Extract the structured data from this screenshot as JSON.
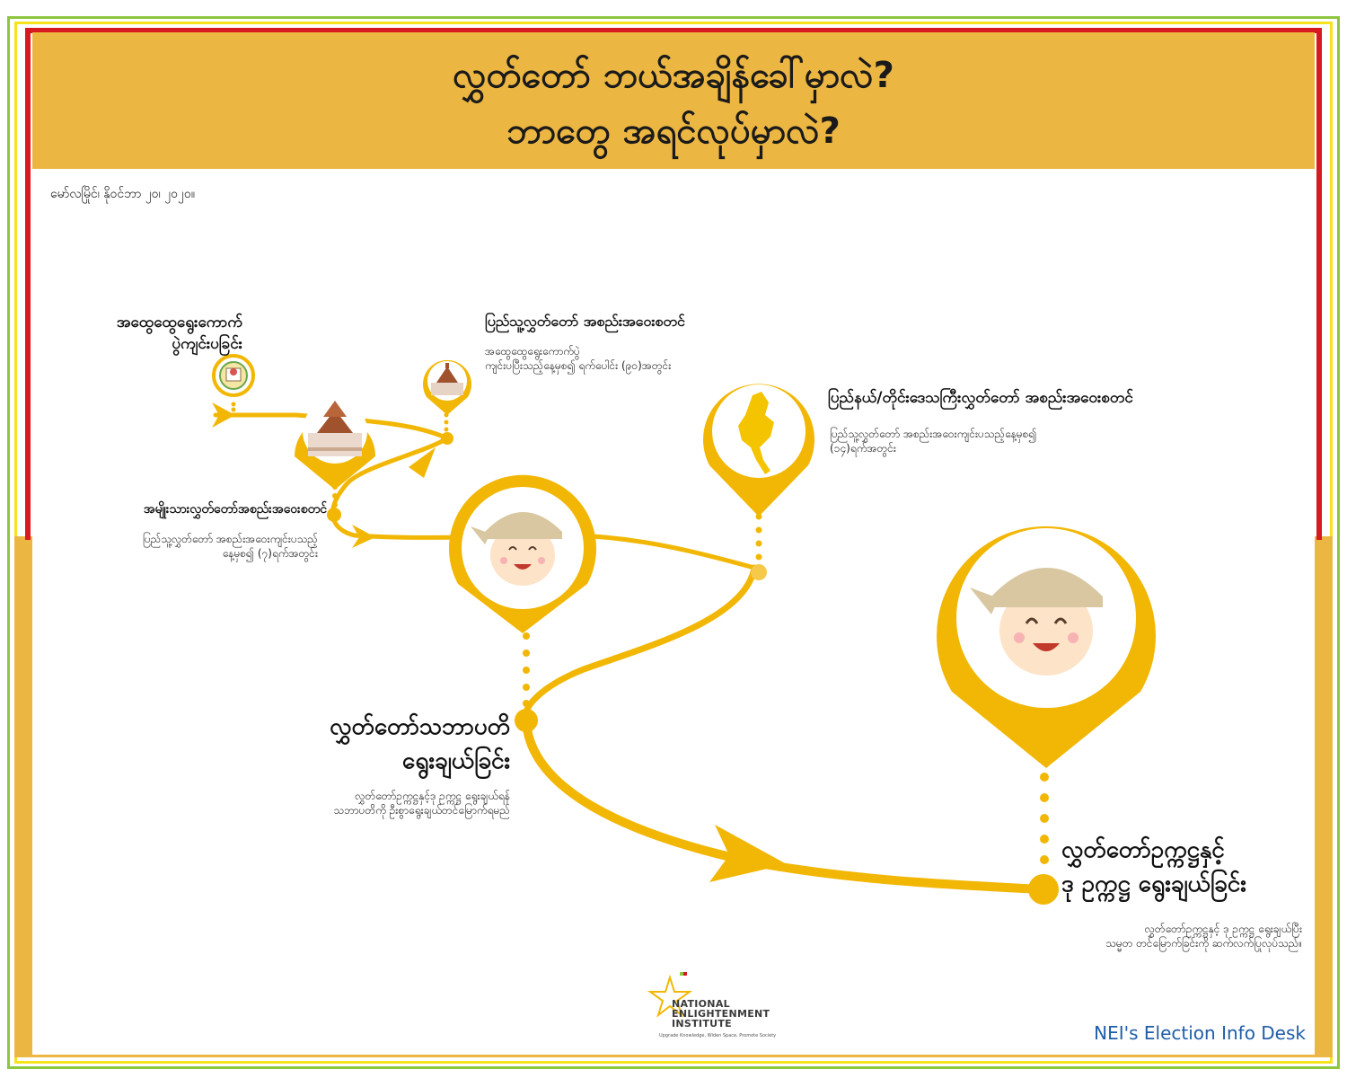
{
  "header": {
    "title_line1": "လွှတ်တော် ဘယ်အချိန်ခေါ်မှာလဲ?",
    "title_line2": "ဘာတွေ အရင်လုပ်မှာလဲ?"
  },
  "dateline": "မော်လမြိုင်၊ နိုဝင်ဘာ ၂၀၊ ၂၀၂၀။",
  "steps": [
    {
      "title": "အထွေထွေရွေးကောက်\nပွဲကျင်းပခြင်း",
      "desc": ""
    },
    {
      "title": "ပြည်သူ့လွှတ်တော် အစည်းအဝေးစတင်",
      "desc": "အထွေထွေရွေးကောက်ပွဲ\nကျင်းပပြီးသည့်နေ့မှစ၍ ရက်ပေါင်း (၉၀)အတွင်း"
    },
    {
      "title": "ပြည်နယ်/တိုင်းဒေသကြီးလွှတ်တော် အစည်းအဝေးစတင်",
      "desc": "ပြည်သူ့လွှတ်တော် အစည်းအဝေးကျင်းပသည့်နေ့မှစ၍\n(၁၄)ရက်အတွင်း"
    },
    {
      "title": "အမျိုးသားလွှတ်တော်အစည်းအဝေးစတင်",
      "desc": "ပြည်သူ့လွှတ်တော် အစည်းအဝေးကျင်းပသည့်\nနေ့မှစ၍ (၇)ရက်အတွင်း"
    },
    {
      "title": "လွှတ်တော်သဘာပတိ\nရွေးချယ်ခြင်း",
      "desc": "လွှတ်တော်ဥက္ကဋ္ဌနှင့်ဒု ဥက္ကဋ္ဌ ရွေးချယ်ရန်\nသဘာပတိကို ဦးစွာရွေးချယ်တင်မြောက်ရမည်"
    },
    {
      "title": "လွှတ်တော်ဥက္ကဋ္ဌနှင့်\nဒု ဥက္ကဋ္ဌ ရွေးချယ်ခြင်း",
      "desc": "လွှတ်တော်ဥက္ကဋ္ဌနှင့် ဒု ဥက္ကဋ္ဌ ရွေးချယ်ပြီး\nသမ္မတ တင်မြောက်ခြင်းကို ဆက်လက်ပြုလုပ်သည်။"
    }
  ],
  "logo": {
    "line1": "NATIONAL",
    "line2": "ENLIGHTENMENT",
    "line3": "INSTITUTE",
    "tagline": "Upgrade Knowledge, Widen Space, Promote Society"
  },
  "footer": {
    "desk": "NEI's Election Info Desk"
  },
  "colors": {
    "gold": "#f2b705",
    "band": "#ecb642",
    "red": "#d71920",
    "green": "#8dc63f",
    "yellow": "#f5e31b",
    "blue": "#1f5da8"
  },
  "icons": [
    "parliament-building-icon",
    "myanmar-map-icon",
    "smiling-boy-avatar-icon",
    "ballot-election-icon",
    "star-logo-icon"
  ]
}
